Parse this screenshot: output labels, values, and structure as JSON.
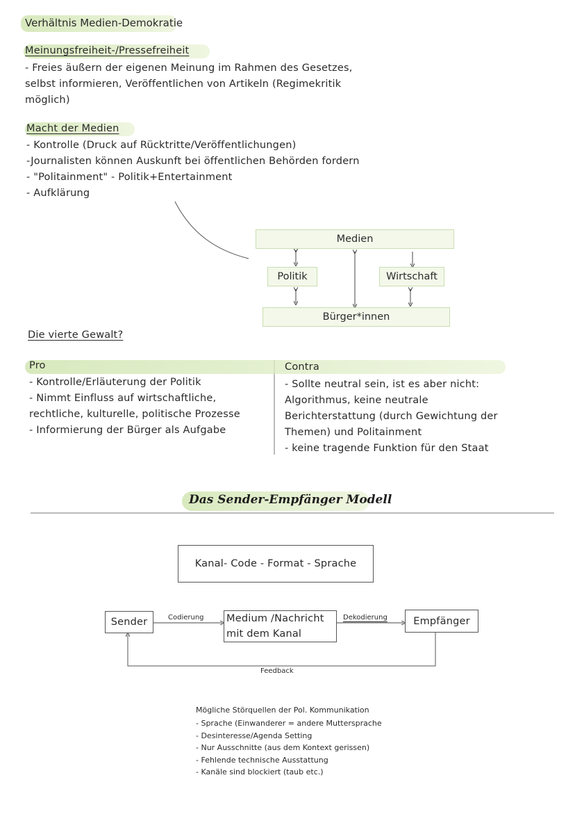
{
  "page_title": "Verhältnis Medien-Demokratie",
  "section1": {
    "heading": "Meinungsfreiheit-/Pressefreiheit",
    "lines": [
      "- Freies äußern der eigenen Meinung im Rahmen des Gesetzes,",
      "selbst informieren, Veröffentlichen von Artikeln (Regimekritik",
      "möglich)"
    ]
  },
  "section2": {
    "heading": "Macht der Medien",
    "lines": [
      "- Kontrolle (Druck auf Rücktritte/Veröffentlichungen)",
      "-Journalisten können Auskunft bei öffentlichen Behörden fordern",
      "- \"Politainment\" - Politik+Entertainment",
      "- Aufklärung"
    ]
  },
  "diagram1": {
    "medien": "Medien",
    "politik": "Politik",
    "wirtschaft": "Wirtschaft",
    "buerger": "Bürger*innen"
  },
  "section3": {
    "heading": "Die vierte Gewalt?",
    "pro": {
      "title": "Pro",
      "lines": [
        "- Kontrolle/Erläuterung der Politik",
        "- Nimmt Einfluss auf wirtschaftliche,",
        "rechtliche, kulturelle, politische Prozesse",
        "- Informierung der Bürger als Aufgabe"
      ]
    },
    "contra": {
      "title": "Contra",
      "lines": [
        "- Sollte neutral sein, ist es aber nicht:",
        "Algorithmus, keine neutrale",
        "Berichterstattung (durch Gewichtung der",
        "Themen) und Politainment",
        "- keine tragende Funktion für den Staat"
      ]
    }
  },
  "model": {
    "title": "Das Sender-Empfänger Modell",
    "kanal_box": "Kanal- Code - Format - Sprache",
    "sender": "Sender",
    "codierung": "Codierung",
    "medium_line1": "Medium /Nachricht",
    "medium_line2": "mit dem Kanal",
    "dekodierung": "Dekodierung",
    "empfaenger": "Empfänger",
    "feedback": "Feedback"
  },
  "stoerquellen": {
    "title": "Mögliche Störquellen der Pol. Kommunikation",
    "items": [
      "- Sprache (Einwanderer = andere Muttersprache",
      "- Desinteresse/Agenda Setting",
      "- Nur Ausschnitte (aus dem Kontext gerissen)",
      "- Fehlende technische Ausstattung",
      "- Kanäle sind blockiert (taub etc.)"
    ]
  }
}
